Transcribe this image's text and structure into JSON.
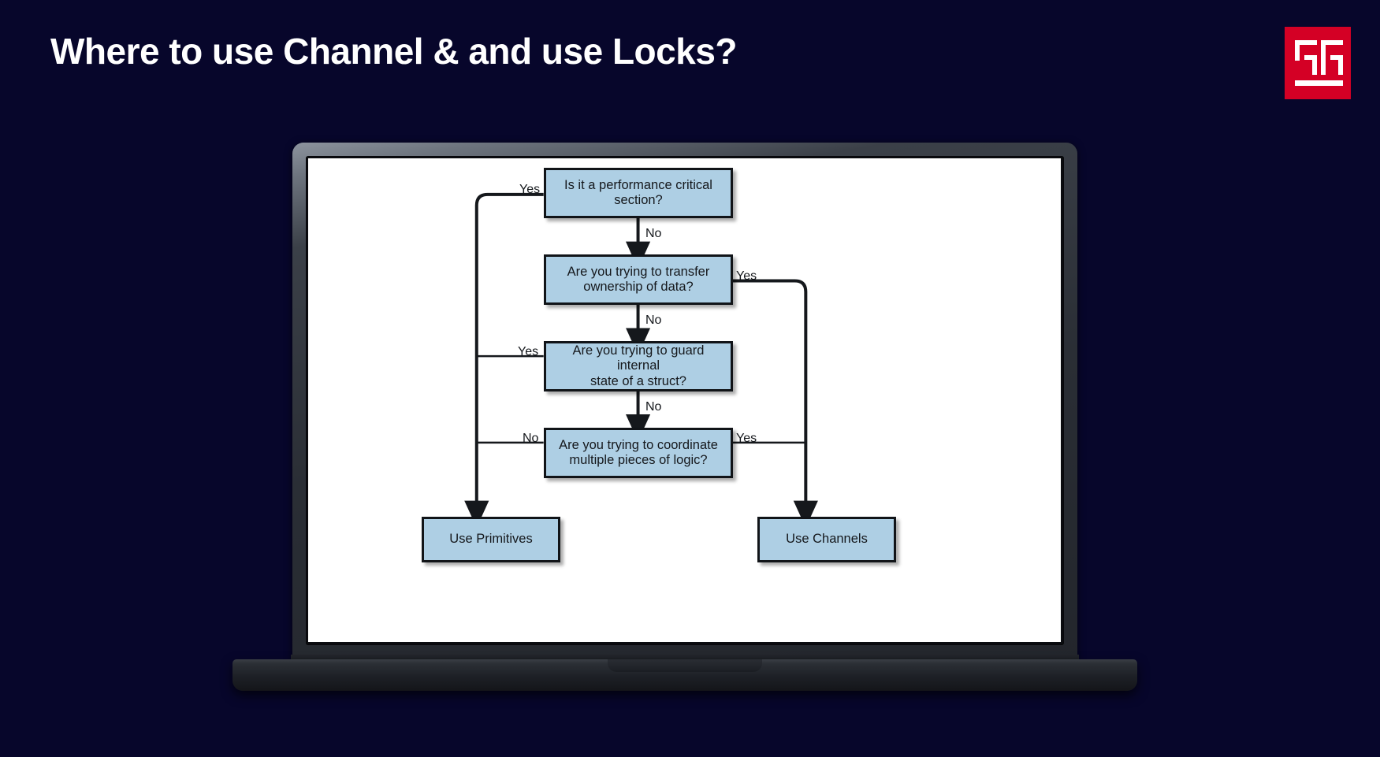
{
  "slide": {
    "title": "Where to use Channel & and use Locks?",
    "background_color": "#07062b",
    "title_color": "#ffffff"
  },
  "logo": {
    "name": "gg-logo",
    "background_color": "#d40025",
    "mark_color": "#ffffff"
  },
  "device": {
    "name": "laptop-mockup",
    "bezel_color": "#2a2e35",
    "screen_color": "#ffffff"
  },
  "chart_data": {
    "type": "diagram",
    "title": "Where to use Channel & and use Locks?",
    "node_fill": "#aecfe4",
    "node_stroke": "#111418",
    "nodes": [
      {
        "id": "q1",
        "kind": "decision",
        "text": "Is it a performance critical section?"
      },
      {
        "id": "q2",
        "kind": "decision",
        "text": "Are you trying to transfer\nownership of data?"
      },
      {
        "id": "q3",
        "kind": "decision",
        "text": "Are you trying to guard internal\nstate of a struct?"
      },
      {
        "id": "q4",
        "kind": "decision",
        "text": "Are you trying to coordinate\nmultiple pieces of logic?"
      },
      {
        "id": "r1",
        "kind": "terminal",
        "text": "Use Primitives"
      },
      {
        "id": "r2",
        "kind": "terminal",
        "text": "Use Channels"
      }
    ],
    "edges": [
      {
        "from": "q1",
        "to": "r1",
        "label": "Yes",
        "side": "left"
      },
      {
        "from": "q1",
        "to": "q2",
        "label": "No",
        "side": "bottom"
      },
      {
        "from": "q2",
        "to": "r2",
        "label": "Yes",
        "side": "right"
      },
      {
        "from": "q2",
        "to": "q3",
        "label": "No",
        "side": "bottom"
      },
      {
        "from": "q3",
        "to": "r1",
        "label": "Yes",
        "side": "left"
      },
      {
        "from": "q3",
        "to": "q4",
        "label": "No",
        "side": "bottom"
      },
      {
        "from": "q4",
        "to": "r1",
        "label": "No",
        "side": "left"
      },
      {
        "from": "q4",
        "to": "r2",
        "label": "Yes",
        "side": "right"
      }
    ],
    "labels": {
      "q1_yes": "Yes",
      "q1_no": "No",
      "q2_yes": "Yes",
      "q2_no": "No",
      "q3_yes": "Yes",
      "q3_no": "No",
      "q4_no": "No",
      "q4_yes": "Yes"
    }
  }
}
